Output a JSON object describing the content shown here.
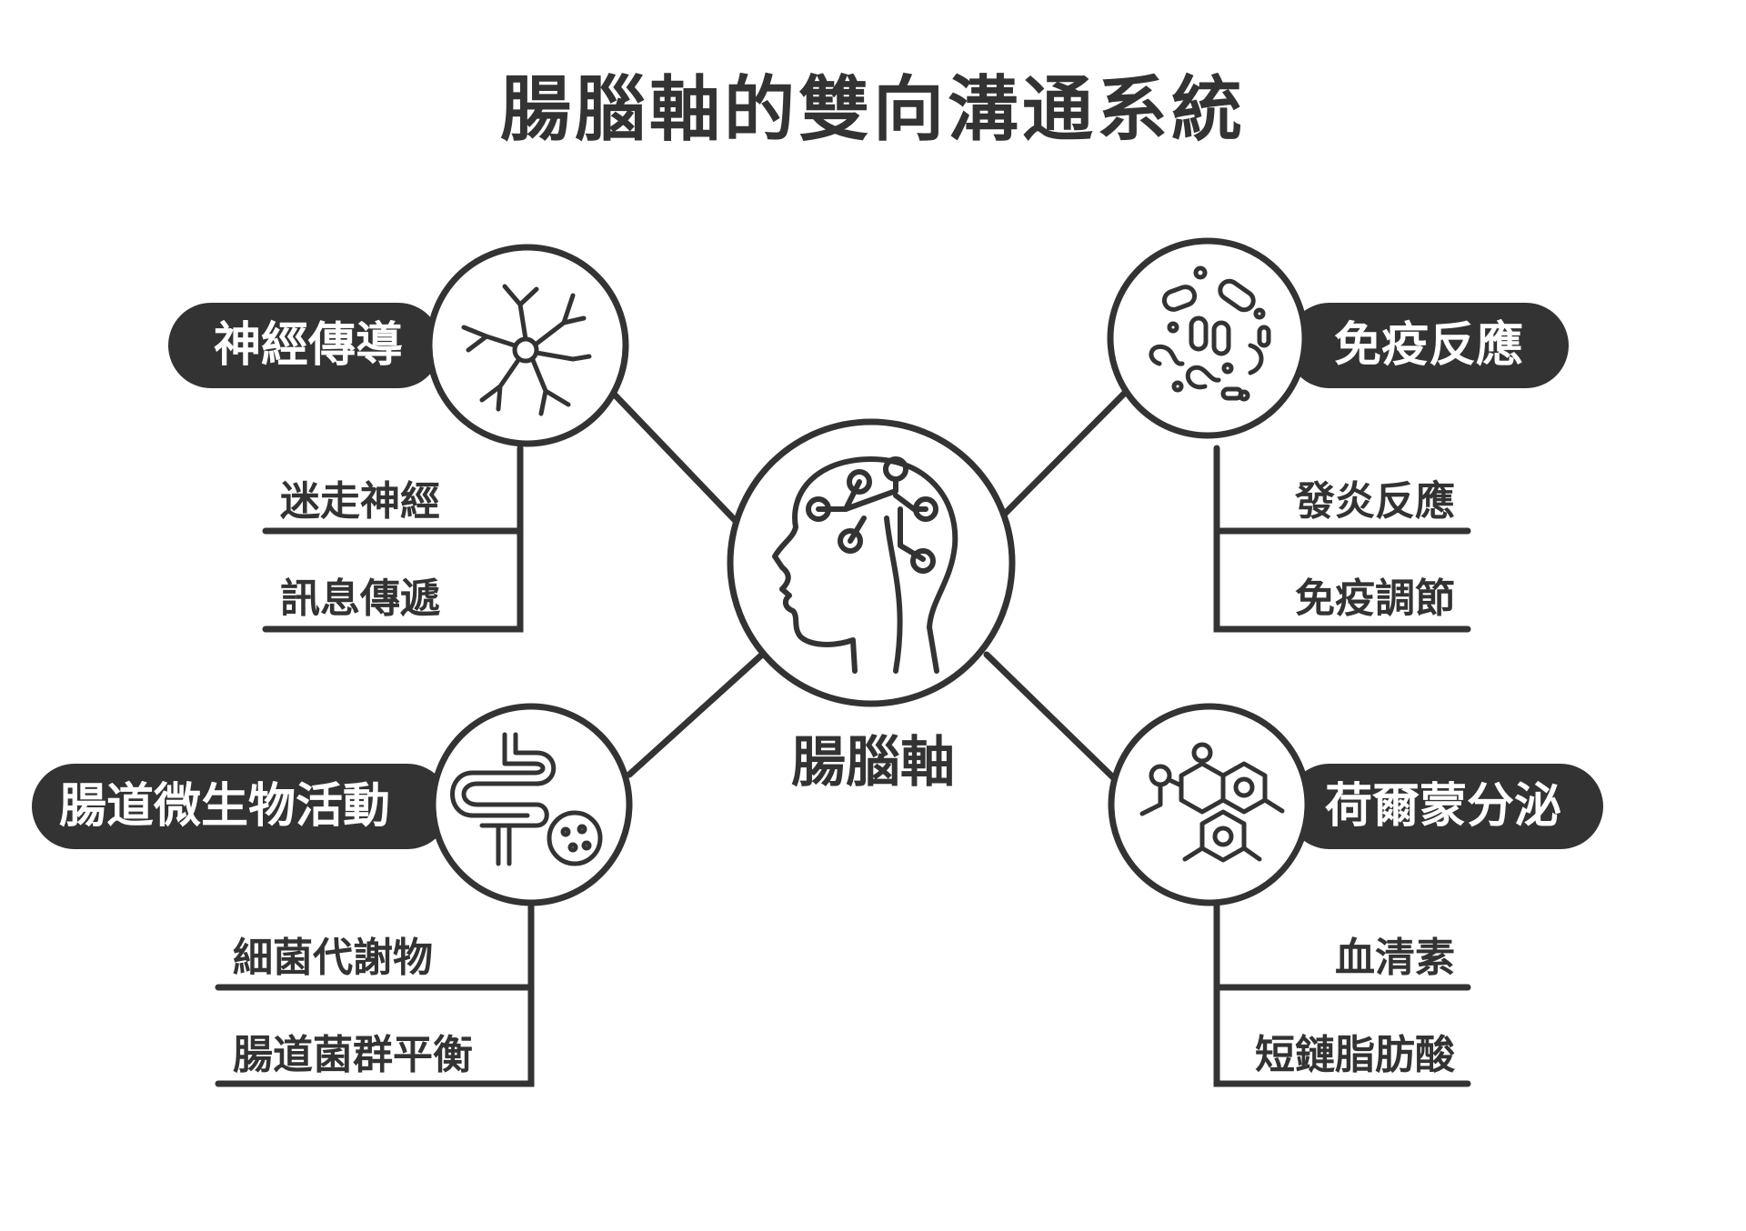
{
  "title": "腸腦軸的雙向溝通系統",
  "center": {
    "label": "腸腦軸",
    "icon": "brain-circuit-head-icon"
  },
  "nodes": {
    "neural": {
      "label": "神經傳導",
      "icon": "neuron-icon",
      "items": [
        "迷走神經",
        "訊息傳遞"
      ]
    },
    "immune": {
      "label": "免疫反應",
      "icon": "bacteria-icon",
      "items": [
        "發炎反應",
        "免疫調節"
      ]
    },
    "microbiome": {
      "label": "腸道微生物活動",
      "icon": "intestine-icon",
      "items": [
        "細菌代謝物",
        "腸道菌群平衡"
      ]
    },
    "hormone": {
      "label": "荷爾蒙分泌",
      "icon": "molecule-icon",
      "items": [
        "血清素",
        "短鏈脂肪酸"
      ]
    }
  },
  "colors": {
    "ink": "#333333",
    "background": "#ffffff"
  }
}
